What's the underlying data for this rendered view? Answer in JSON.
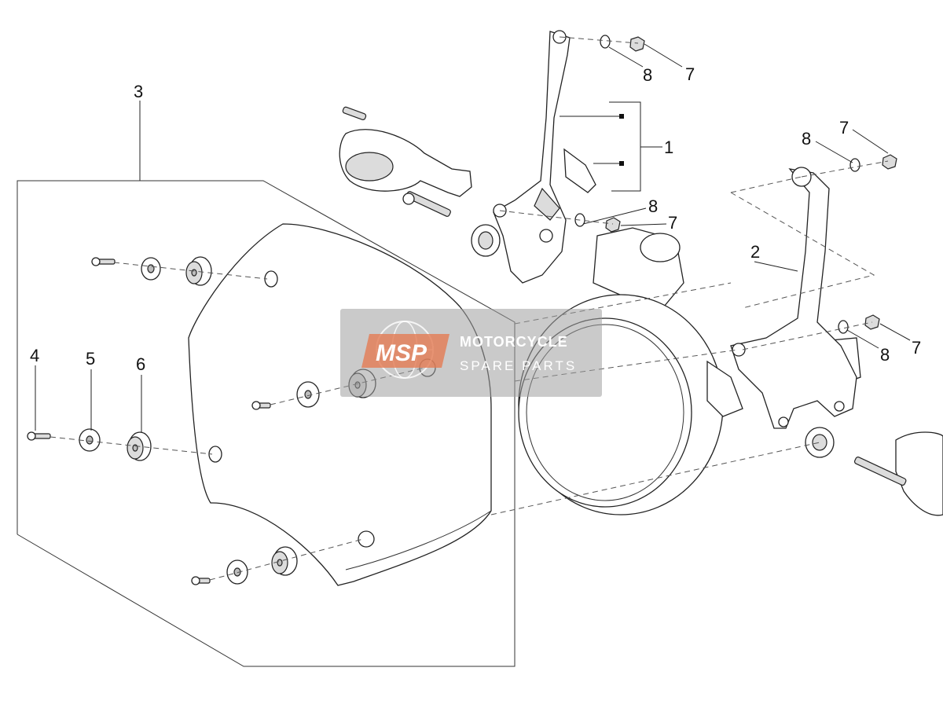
{
  "callouts": [
    {
      "id": "c1",
      "label": "1"
    },
    {
      "id": "c2",
      "label": "2"
    },
    {
      "id": "c3",
      "label": "3"
    },
    {
      "id": "c4",
      "label": "4"
    },
    {
      "id": "c5",
      "label": "5"
    },
    {
      "id": "c6",
      "label": "6"
    },
    {
      "id": "c7a",
      "label": "7"
    },
    {
      "id": "c8a",
      "label": "8"
    },
    {
      "id": "c7b",
      "label": "7"
    },
    {
      "id": "c8b",
      "label": "8"
    },
    {
      "id": "c8c",
      "label": "8"
    },
    {
      "id": "c7c",
      "label": "7"
    },
    {
      "id": "c8d",
      "label": "8"
    },
    {
      "id": "c7d",
      "label": "7"
    }
  ],
  "watermark": {
    "logo": "MSP",
    "line1": "MOTORCYCLE",
    "line2": "SPARE PARTS"
  }
}
